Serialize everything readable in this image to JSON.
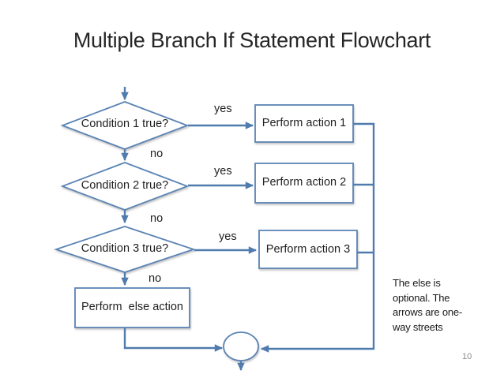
{
  "slide": {
    "title": "Multiple Branch If Statement Flowchart",
    "page_number": "10",
    "note": {
      "lines": [
        "The else is",
        "optional. The",
        "arrows are one-",
        "way streets"
      ]
    },
    "colors": {
      "background": "#ffffff",
      "shape_stroke": "#5b84b5",
      "connector": "#4f7bad",
      "title_text": "#262626",
      "body_text": "#1f1f1f",
      "page_number": "#8c8c8c"
    }
  },
  "flowchart": {
    "decisions": [
      {
        "label": "Condition 1 true?",
        "yes": "yes",
        "no": "no"
      },
      {
        "label": "Condition 2 true?",
        "yes": "yes",
        "no": "no"
      },
      {
        "label": "Condition 3 true?",
        "yes": "yes",
        "no": "no"
      }
    ],
    "actions": [
      {
        "label": "Perform action 1"
      },
      {
        "label": "Perform action 2"
      },
      {
        "label": "Perform action 3"
      }
    ],
    "else_action": {
      "label": "Perform  else action"
    }
  }
}
